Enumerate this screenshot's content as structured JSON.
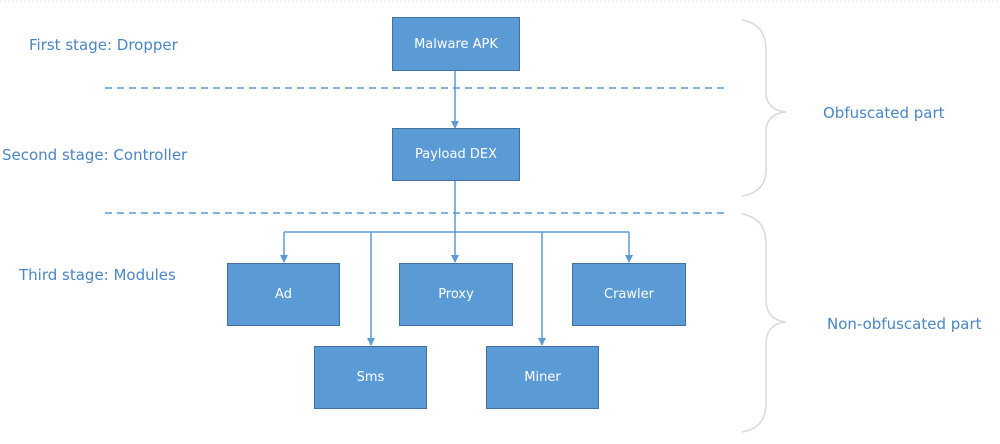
{
  "stages": {
    "first": "First stage: Dropper",
    "second": "Second stage: Controller",
    "third": "Third stage: Modules"
  },
  "nodes": {
    "malware_apk": "Malware APK",
    "payload_dex": "Payload DEX",
    "ad": "Ad",
    "proxy": "Proxy",
    "crawler": "Crawler",
    "sms": "Sms",
    "miner": "Miner"
  },
  "parts": {
    "obfuscated": "Obfuscated part",
    "non_obfuscated": "Non-obfuscated part"
  },
  "colors": {
    "node_fill": "#5b9bd5",
    "line": "#5b9bd5",
    "label_text": "#4a86c5",
    "bracket": "#d9d9d9"
  }
}
